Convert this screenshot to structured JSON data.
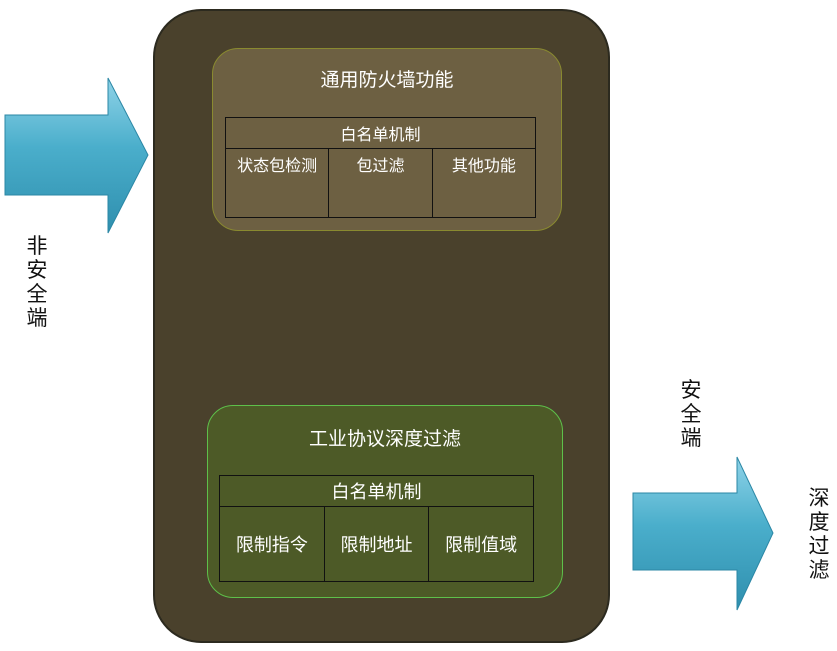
{
  "diagram": {
    "input_label": "非安全端",
    "output_label_secure": "安全端",
    "output_label_filter": "深度过滤",
    "general_firewall": {
      "title": "通用防火墙功能",
      "mechanism": "白名单机制",
      "functions": [
        "状态包检测",
        "包过滤",
        "其他功能"
      ]
    },
    "industrial_filter": {
      "title": "工业协议深度过滤",
      "mechanism": "白名单机制",
      "functions": [
        "限制指令",
        "限制地址",
        "限制值域"
      ]
    },
    "colors": {
      "arrow": "#4aaecb",
      "outer_box": "#4a412c",
      "top_panel": "#6d6042",
      "bottom_panel": "#4d5a27"
    }
  }
}
